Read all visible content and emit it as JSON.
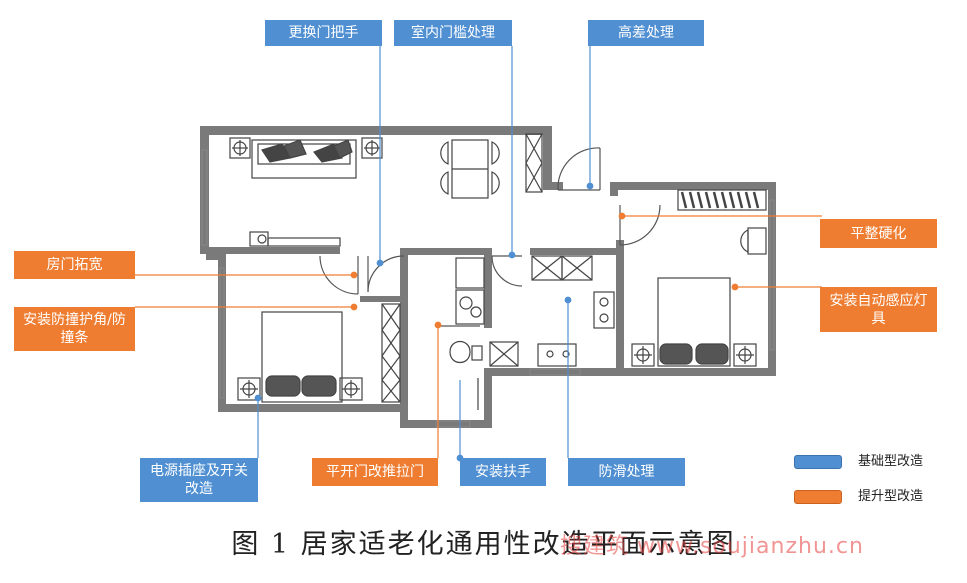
{
  "caption": "图 1 居家适老化通用性改造平面示意图",
  "watermark": "搜建筑 www.soujianzhu.cn",
  "colors": {
    "basic": "#4f8fd2",
    "upgrade": "#ef7d31",
    "wall": "#777777",
    "fixture": "#444444"
  },
  "callouts": {
    "handle": "更换门把手",
    "threshold": "室内门槛处理",
    "level_diff": "高差处理",
    "door_widen": "房门拓宽",
    "anti_collision": "安装防撞护角/防撞条",
    "flatten_harden": "平整硬化",
    "sensor_light": "安装自动感应灯具",
    "socket_switch": "电源插座及开关改造",
    "sliding_door": "平开门改推拉门",
    "grab_bar": "安装扶手",
    "anti_slip": "防滑处理"
  },
  "legend": {
    "basic": "基础型改造",
    "upgrade": "提升型改造"
  }
}
